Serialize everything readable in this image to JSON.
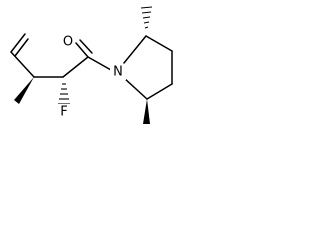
{
  "molecule": {
    "atoms": {
      "oxygen": "O",
      "nitrogen": "N",
      "fluorine": "F"
    }
  }
}
